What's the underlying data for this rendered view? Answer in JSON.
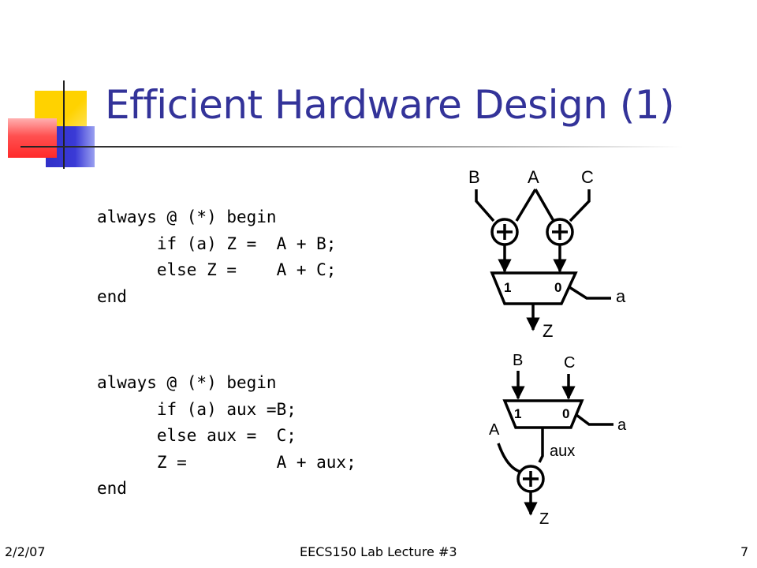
{
  "slide": {
    "title": "Efficient Hardware Design (1)",
    "code_block_1": "always @ (*) begin\n      if (a) Z =  A + B;\n      else Z =    A + C;\nend",
    "code_block_2": "always @ (*) begin\n      if (a) aux =B;\n      else aux =  C;\n      Z =         A + aux;\nend"
  },
  "diagram_top": {
    "input_b": "B",
    "input_a": "A",
    "input_c": "C",
    "mux_in_1": "1",
    "mux_in_0": "0",
    "select": "a",
    "output": "Z"
  },
  "diagram_bottom": {
    "input_b": "B",
    "input_c": "C",
    "input_a": "A",
    "mux_in_1": "1",
    "mux_in_0": "0",
    "select": "a",
    "wire_aux": "aux",
    "output": "Z"
  },
  "footer": {
    "date": "2/2/07",
    "course": "EECS150 Lab Lecture #3",
    "page": "7"
  }
}
